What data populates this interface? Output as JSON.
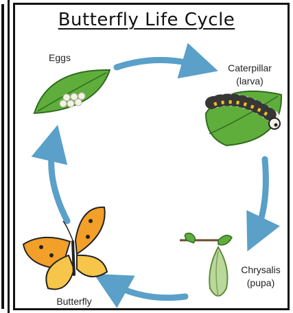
{
  "diagram": {
    "title": "Butterfly Life Cycle",
    "stages": [
      {
        "name": "Eggs",
        "sub": ""
      },
      {
        "name": "Caterpillar",
        "sub": "(larva)"
      },
      {
        "name": "Chrysalis",
        "sub": "(pupa)"
      },
      {
        "name": "Butterfly",
        "sub": ""
      }
    ],
    "colors": {
      "arrow": "#5aa0c8",
      "leaf": "#5fae3c",
      "caterpillar_stripe": "#f0c020",
      "wing_orange": "#f2a02a",
      "border": "#111111"
    }
  }
}
